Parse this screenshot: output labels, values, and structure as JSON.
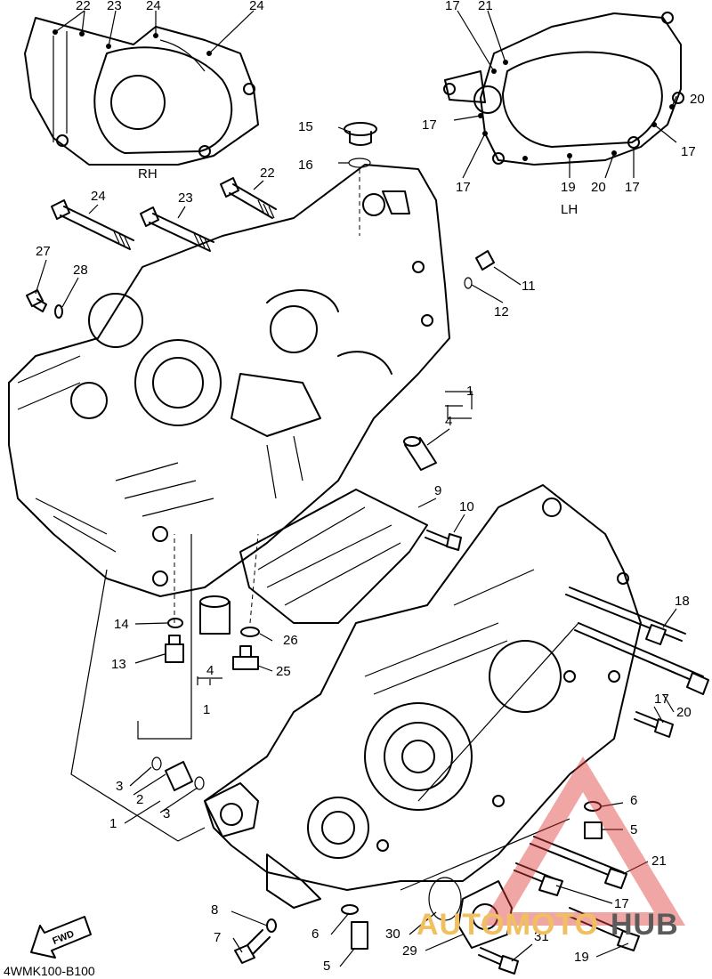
{
  "diagram": {
    "code": "4WMK100-B100",
    "fwd_label": "FWD",
    "watermark": {
      "part1": "AUTOMOTO",
      "part2": "HUB"
    },
    "inset_rh": {
      "side_label": "RH",
      "callouts": [
        "22",
        "23",
        "24",
        "24"
      ]
    },
    "inset_lh": {
      "side_label": "LH",
      "callouts": [
        "17",
        "21",
        "20",
        "17",
        "17",
        "17",
        "19",
        "20",
        "17"
      ]
    },
    "main_callouts": [
      "1",
      "2",
      "3",
      "3",
      "4",
      "1",
      "4",
      "1",
      "5",
      "5",
      "6",
      "6",
      "7",
      "8",
      "9",
      "10",
      "11",
      "12",
      "13",
      "14",
      "15",
      "16",
      "17",
      "17",
      "18",
      "19",
      "20",
      "21",
      "22",
      "23",
      "24",
      "25",
      "26",
      "27",
      "28",
      "29",
      "30",
      "31"
    ],
    "colors": {
      "line": "#000000",
      "watermark_triangle": "#e03a3a",
      "watermark_orange": "#f0c060",
      "watermark_gray": "#5a5a5a"
    }
  }
}
